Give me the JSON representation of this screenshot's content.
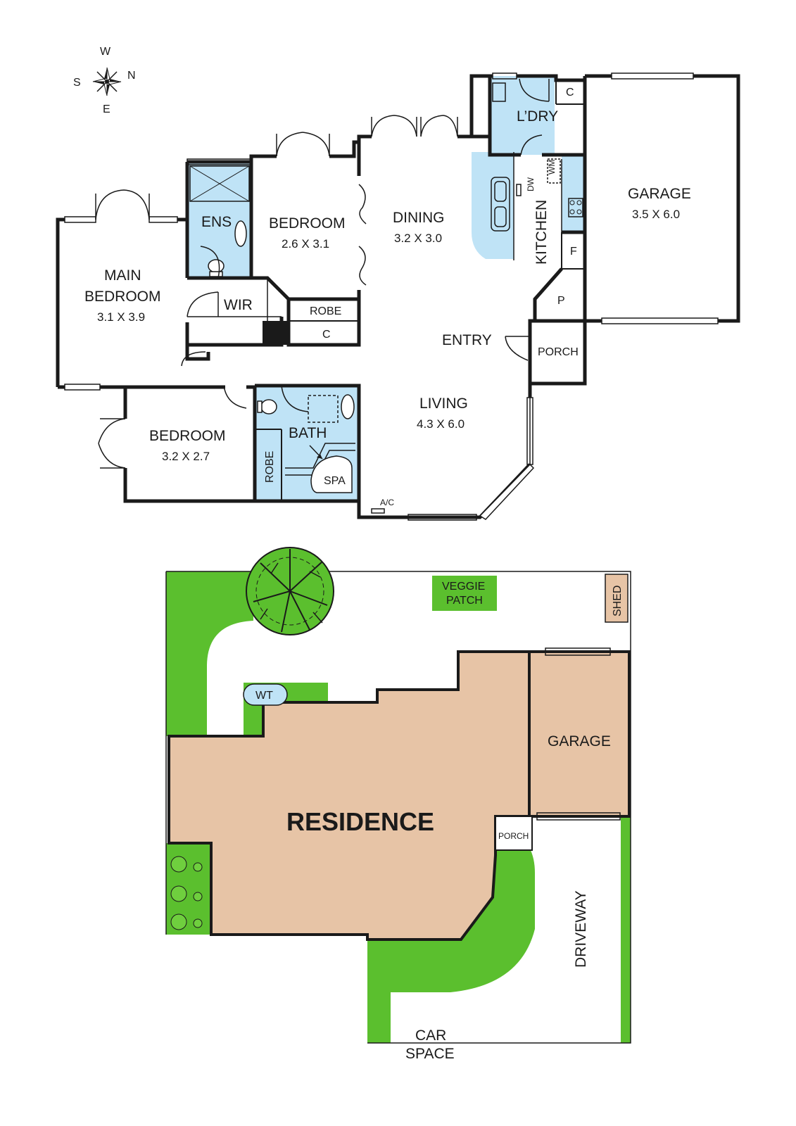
{
  "compass": {
    "n": "N",
    "s": "S",
    "e": "E",
    "w": "W"
  },
  "floor_plan": {
    "main_bedroom": {
      "name_line1": "MAIN",
      "name_line2": "BEDROOM",
      "size": "3.1 X 3.9"
    },
    "ensuite": {
      "name": "ENS"
    },
    "wir": {
      "name": "WIR"
    },
    "bedroom2": {
      "name": "BEDROOM",
      "size": "2.6 X 3.1"
    },
    "robe_top": {
      "name": "ROBE"
    },
    "cupboard_hall": {
      "name": "C"
    },
    "dining": {
      "name": "DINING",
      "size": "3.2 X 3.0"
    },
    "laundry": {
      "name": "L’DRY"
    },
    "laundry_cupboard": {
      "name": "C"
    },
    "kitchen": {
      "name": "KITCHEN",
      "dw": "DW",
      "wm": "WM"
    },
    "fridge": {
      "name": "F"
    },
    "pantry": {
      "name": "P"
    },
    "garage": {
      "name": "GARAGE",
      "size": "3.5 X 6.0"
    },
    "entry": {
      "name": "ENTRY"
    },
    "porch": {
      "name": "PORCH"
    },
    "living": {
      "name": "LIVING",
      "size": "4.3 X 6.0"
    },
    "bedroom3": {
      "name": "BEDROOM",
      "size": "3.2 X 2.7"
    },
    "robe_side": {
      "name": "ROBE"
    },
    "bath": {
      "name": "BATH"
    },
    "spa": {
      "name": "SPA"
    },
    "ac": {
      "name": "A/C"
    }
  },
  "site_plan": {
    "residence": "RESIDENCE",
    "garage": "GARAGE",
    "porch": "PORCH",
    "driveway": "DRIVEWAY",
    "car_space_line1": "CAR",
    "car_space_line2": "SPACE",
    "veggie_line1": "VEGGIE",
    "veggie_line2": "PATCH",
    "shed": "SHED",
    "water_tank": "WT"
  },
  "colors": {
    "wet_area": "#bfe3f6",
    "grass": "#5bbf2e",
    "residence": "#e7c4a6",
    "walls": "#1a1a1a"
  }
}
